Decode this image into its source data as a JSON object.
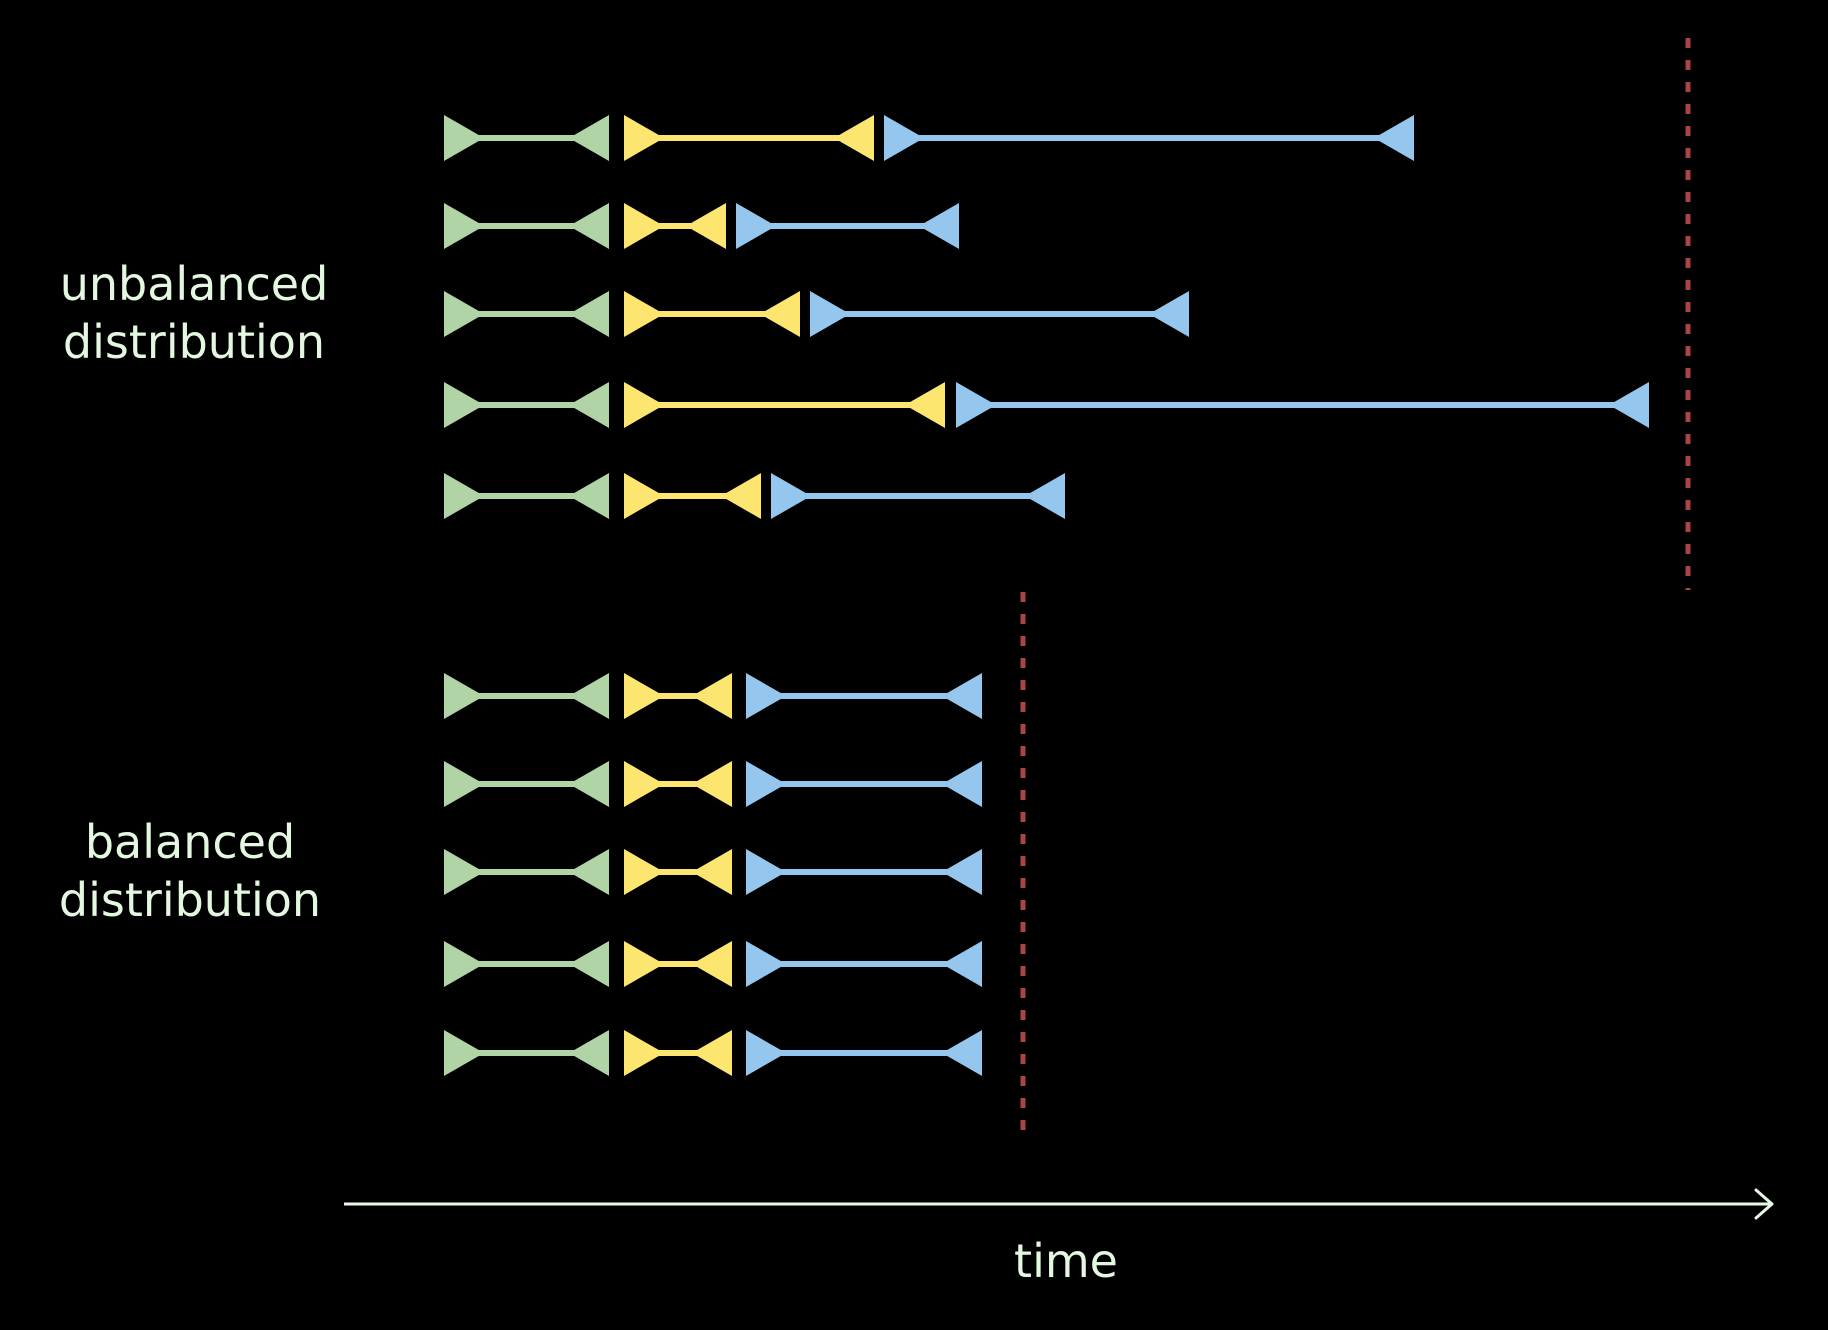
{
  "labels": {
    "unbalanced": [
      "unbalanced",
      "distribution"
    ],
    "balanced": [
      "balanced",
      "distribution"
    ],
    "axis": "time"
  },
  "colors": {
    "background": "#000000",
    "stage1": "#b0d4a6",
    "stage2": "#fde66f",
    "stage3": "#94c6ee",
    "deadline": "#a84545",
    "axis": "#e8f7e6",
    "label_text": "#e4f7e0"
  },
  "groups": [
    {
      "name": "unbalanced",
      "rows": [
        [
          [
            0,
            165
          ],
          [
            180,
            430
          ],
          [
            440,
            970
          ]
        ],
        [
          [
            0,
            165
          ],
          [
            180,
            282
          ],
          [
            292,
            515
          ]
        ],
        [
          [
            0,
            165
          ],
          [
            180,
            356
          ],
          [
            366,
            745
          ]
        ],
        [
          [
            0,
            165
          ],
          [
            180,
            501
          ],
          [
            512,
            1205
          ]
        ],
        [
          [
            0,
            165
          ],
          [
            180,
            317
          ],
          [
            327,
            621
          ]
        ]
      ],
      "completion_time": 1244
    },
    {
      "name": "balanced",
      "rows": [
        [
          [
            0,
            165
          ],
          [
            180,
            288
          ],
          [
            302,
            538
          ]
        ],
        [
          [
            0,
            165
          ],
          [
            180,
            288
          ],
          [
            302,
            538
          ]
        ],
        [
          [
            0,
            165
          ],
          [
            180,
            288
          ],
          [
            302,
            538
          ]
        ],
        [
          [
            0,
            165
          ],
          [
            180,
            288
          ],
          [
            302,
            538
          ]
        ],
        [
          [
            0,
            165
          ],
          [
            180,
            288
          ],
          [
            302,
            538
          ]
        ]
      ],
      "completion_time": 579
    }
  ]
}
